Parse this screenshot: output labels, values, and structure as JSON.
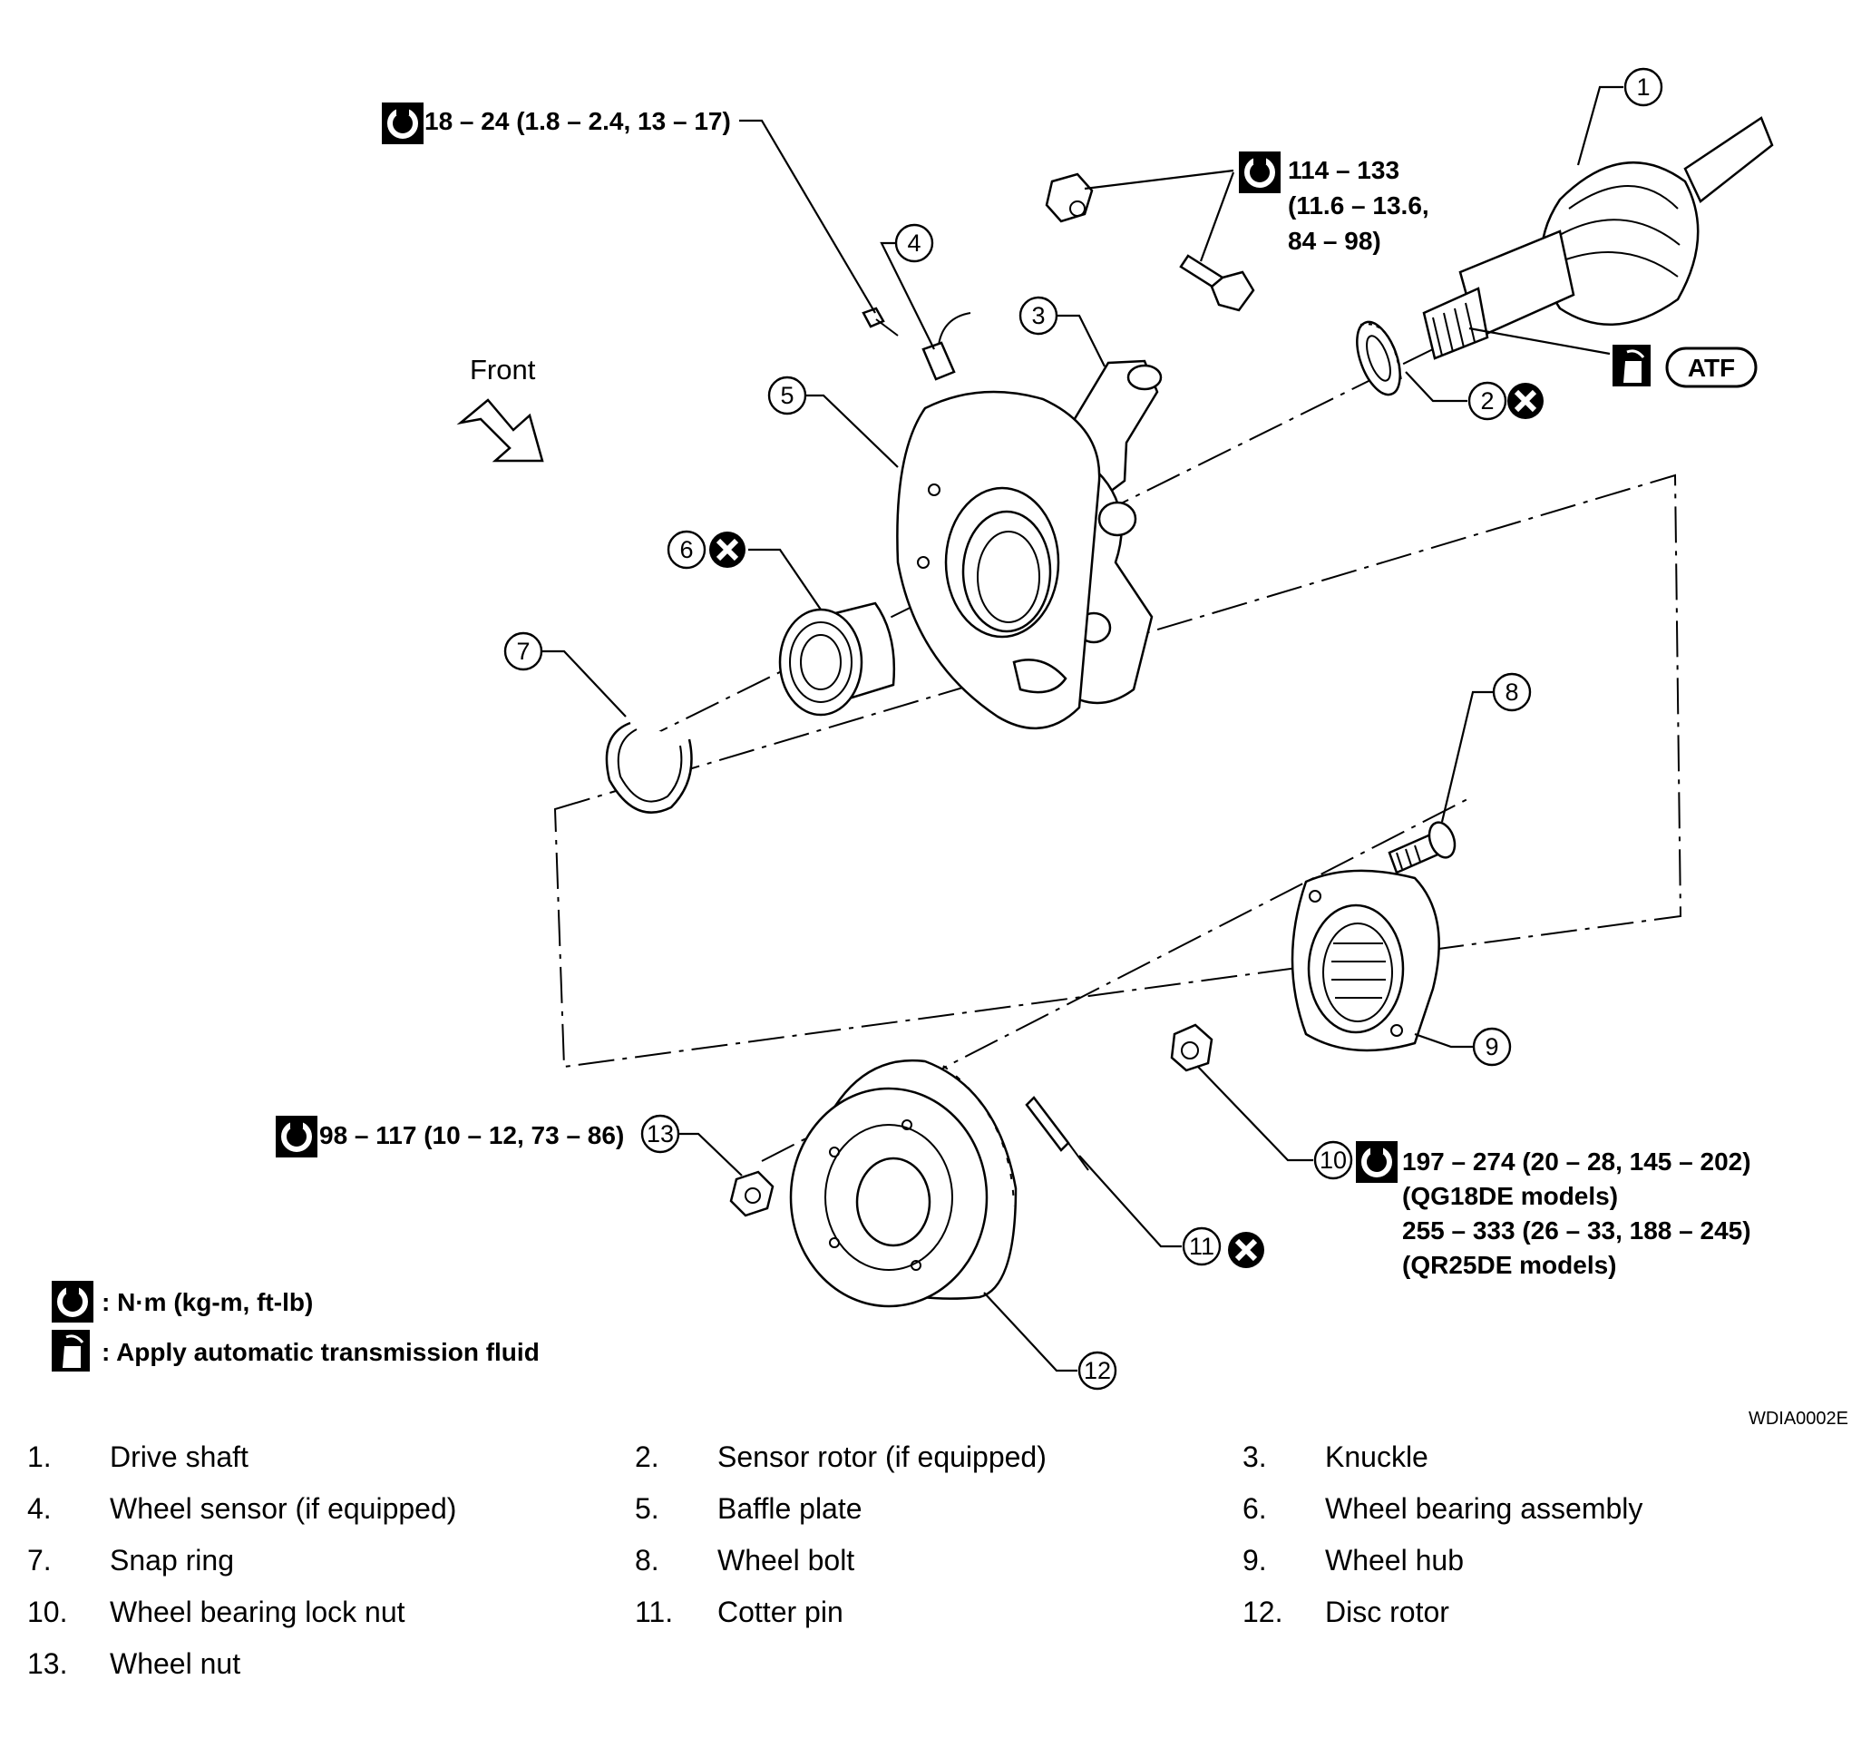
{
  "callouts": [
    {
      "id": "1"
    },
    {
      "id": "2"
    },
    {
      "id": "3"
    },
    {
      "id": "4"
    },
    {
      "id": "5"
    },
    {
      "id": "6"
    },
    {
      "id": "7"
    },
    {
      "id": "8"
    },
    {
      "id": "9"
    },
    {
      "id": "10"
    },
    {
      "id": "11"
    },
    {
      "id": "12"
    },
    {
      "id": "13"
    }
  ],
  "torque": {
    "t1": "18 – 24 (1.8 – 2.4, 13 – 17)",
    "t2": [
      "114 – 133",
      "(11.6 – 13.6,",
      "84 – 98)"
    ],
    "t3": "98 – 117 (10 – 12, 73 – 86)",
    "t4": [
      "197 – 274 (20 – 28, 145 – 202)",
      "(QG18DE models)",
      "255 – 333 (26 – 33, 188 – 245)",
      "(QR25DE models)"
    ]
  },
  "atf_tag": "ATF",
  "front_label": "Front",
  "legend": {
    "torque": ": N·m (kg-m, ft-lb)",
    "fluid": ": Apply automatic transmission fluid"
  },
  "figure_code": "WDIA0002E",
  "parts": [
    {
      "num": "1.",
      "name": "Drive shaft"
    },
    {
      "num": "2.",
      "name": "Sensor rotor (if equipped)"
    },
    {
      "num": "3.",
      "name": "Knuckle"
    },
    {
      "num": "4.",
      "name": "Wheel sensor (if equipped)"
    },
    {
      "num": "5.",
      "name": "Baffle plate"
    },
    {
      "num": "6.",
      "name": "Wheel bearing assembly"
    },
    {
      "num": "7.",
      "name": "Snap ring"
    },
    {
      "num": "8.",
      "name": "Wheel bolt"
    },
    {
      "num": "9.",
      "name": "Wheel hub"
    },
    {
      "num": "10.",
      "name": "Wheel bearing lock nut"
    },
    {
      "num": "11.",
      "name": "Cotter pin"
    },
    {
      "num": "12.",
      "name": "Disc rotor"
    },
    {
      "num": "13.",
      "name": "Wheel nut"
    }
  ]
}
